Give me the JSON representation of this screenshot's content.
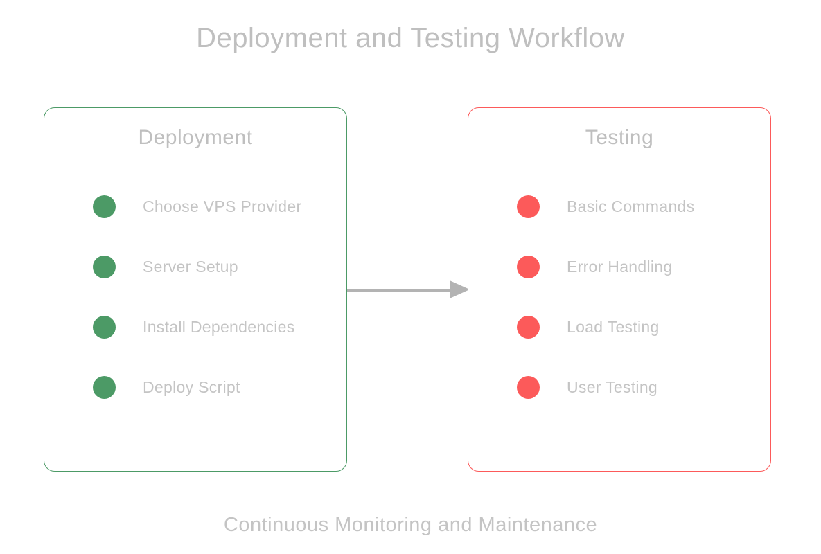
{
  "title": "Deployment and Testing Workflow",
  "footer": "Continuous Monitoring and Maintenance",
  "colors": {
    "green": "#4C9A66",
    "red": "#FC5A5A",
    "arrow": "#B3B3B3",
    "text_gray": "#C4C4C4"
  },
  "boxes": [
    {
      "title": "Deployment",
      "accent": "#4C9A66",
      "items": [
        "Choose VPS Provider",
        "Server Setup",
        "Install Dependencies",
        "Deploy Script"
      ]
    },
    {
      "title": "Testing",
      "accent": "#FC5A5A",
      "items": [
        "Basic Commands",
        "Error Handling",
        "Load Testing",
        "User Testing"
      ]
    }
  ],
  "connector": {
    "from": "Deployment",
    "to": "Testing",
    "direction": "right"
  }
}
